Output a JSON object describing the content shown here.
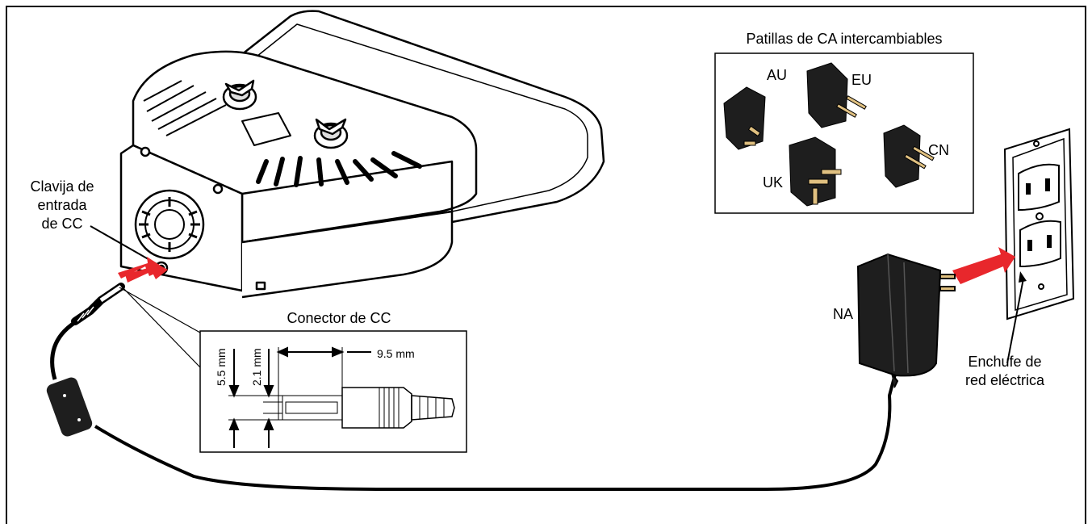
{
  "labels": {
    "dc_jack": "Clavija de\nentrada\nde CC",
    "dc_connector_title": "Conector de CC",
    "dim_outer": "5.5 mm",
    "dim_inner": "2.1 mm",
    "dim_length": "9.5 mm",
    "plugs_title": "Patillas de CA intercambiables",
    "plug_au": "AU",
    "plug_eu": "EU",
    "plug_uk": "UK",
    "plug_cn": "CN",
    "adapter": "NA",
    "outlet": "Enchufe de\nred eléctrica"
  },
  "colors": {
    "arrow": "#e8272c",
    "line": "#000000",
    "device_fill": "#ffffff",
    "plug_fill": "#1e1e1e"
  }
}
